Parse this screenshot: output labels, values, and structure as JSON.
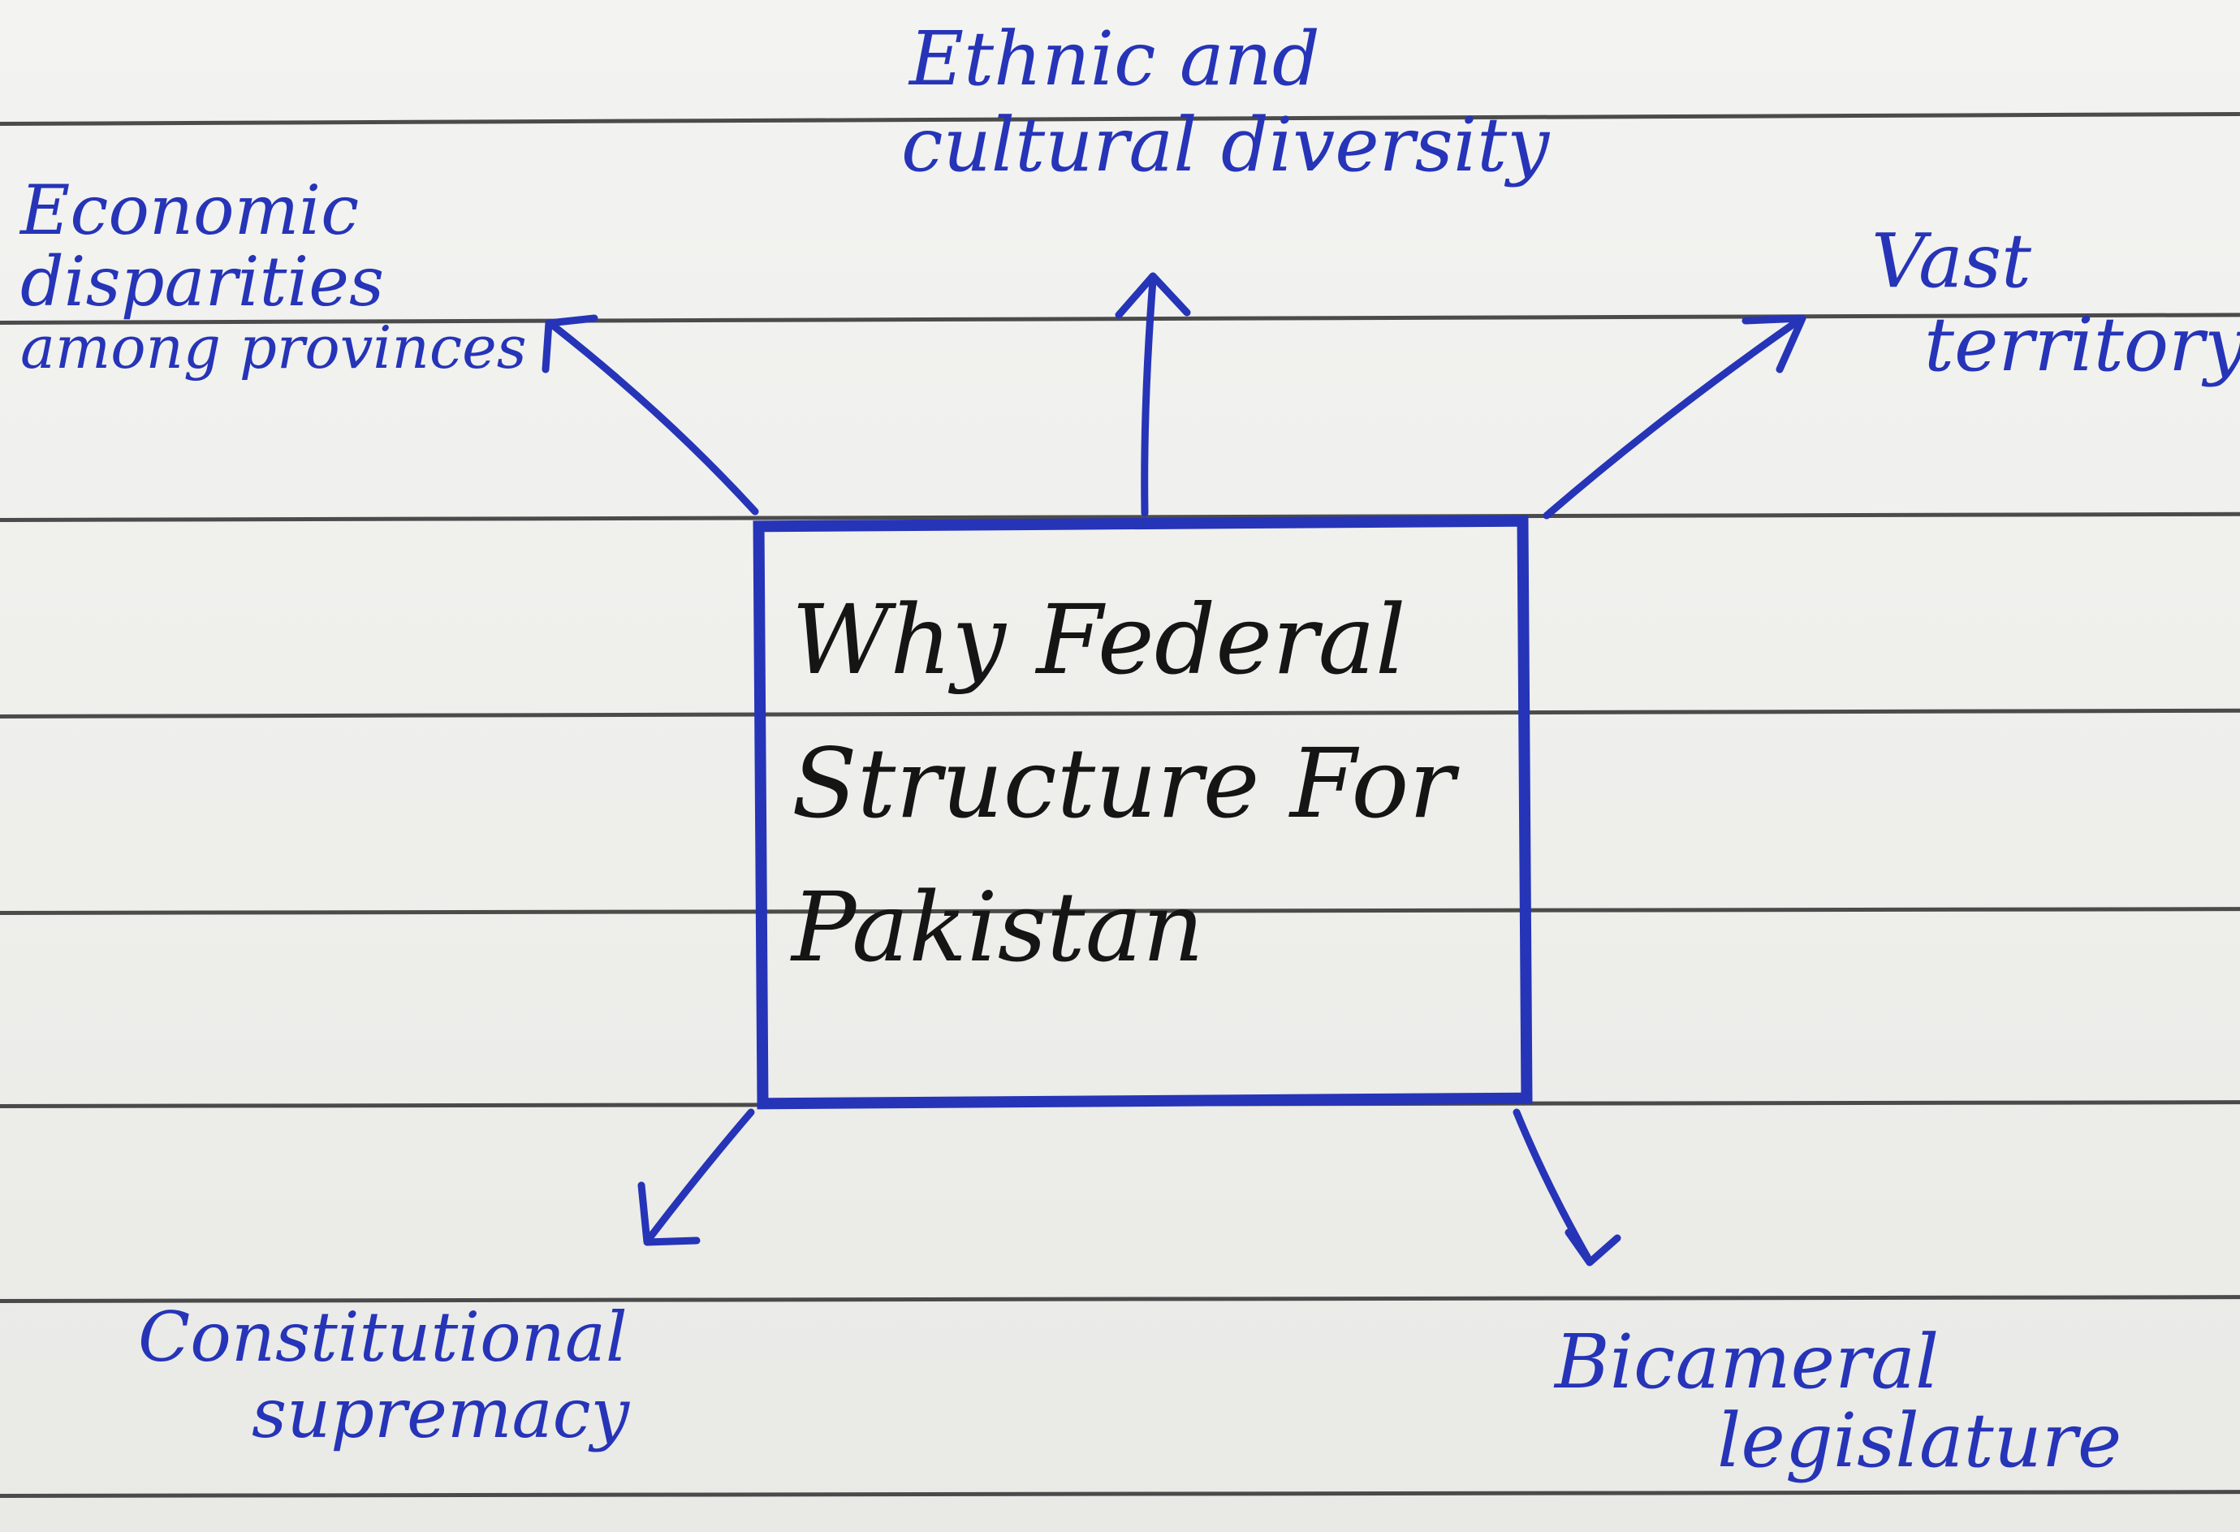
{
  "diagram": {
    "center": {
      "lines": [
        "Why Federal",
        "Structure For",
        "Pakistan"
      ]
    },
    "nodes": {
      "top": {
        "lines": [
          "Ethnic and",
          "cultural diversity"
        ]
      },
      "top_left": {
        "lines": [
          "Economic",
          "disparities",
          "among provinces"
        ]
      },
      "top_right": {
        "lines": [
          "Vast",
          "territory"
        ]
      },
      "bottom_left": {
        "lines": [
          "Constitutional",
          "supremacy"
        ]
      },
      "bottom_right": {
        "lines": [
          "Bicameral",
          "legislature"
        ]
      }
    },
    "colors": {
      "ink_blue": "#2634b8",
      "ink_black": "#151515",
      "paper": "#f1f1ef",
      "rule_line": "#2e2e2e"
    },
    "icons": {
      "arrow": "arrow-icon"
    }
  }
}
